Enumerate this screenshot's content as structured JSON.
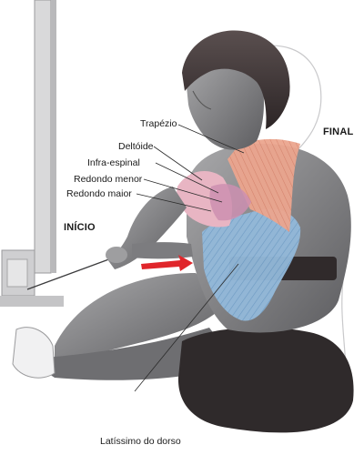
{
  "labels": {
    "trapezio": "Trapézio",
    "deltoide": "Deltóide",
    "infra_espinal": "Infra-espinal",
    "redondo_menor": "Redondo menor",
    "redondo_maior": "Redondo maior",
    "latissimo": "Latíssimo do dorso"
  },
  "phases": {
    "start": "INÍCIO",
    "end": "FINAL"
  },
  "colors": {
    "trapezio": "#e9a08a",
    "deltoide": "#e8b7c4",
    "rotators": "#cf93b3",
    "latissimo": "#8fb6d8",
    "skin": "#8e8e8e",
    "shorts": "#2f2a2b",
    "arrow": "#e0262b"
  }
}
